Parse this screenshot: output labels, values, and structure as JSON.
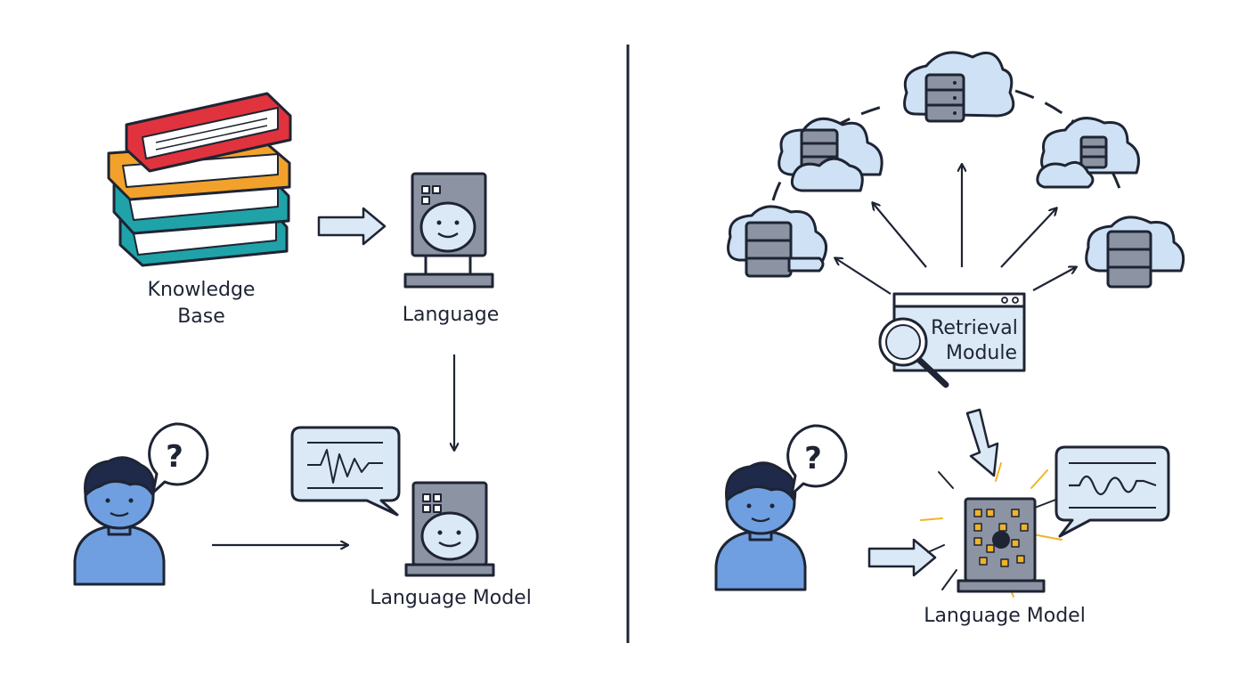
{
  "left_panel": {
    "knowledge_base_label_line1": "Knowledge",
    "knowledge_base_label_line2": "Base",
    "top_model_label": "Language",
    "bottom_model_label": "Language Model",
    "question_mark": "?"
  },
  "right_panel": {
    "retrieval_label_line1": "Retrieval",
    "retrieval_label_line2": "Module",
    "model_label": "Language Model",
    "question_mark": "?"
  },
  "colors": {
    "outline": "#1e2433",
    "book_red": "#e0333d",
    "book_orange": "#f2a22a",
    "book_teal": "#1fa3a8",
    "person_blue": "#6f9fe0",
    "hair": "#1f2a4a",
    "light_blue": "#dbe9f6",
    "cloud_blue": "#cfe2f5",
    "machine_gray": "#8c93a3",
    "spark_yellow": "#f0b429"
  }
}
